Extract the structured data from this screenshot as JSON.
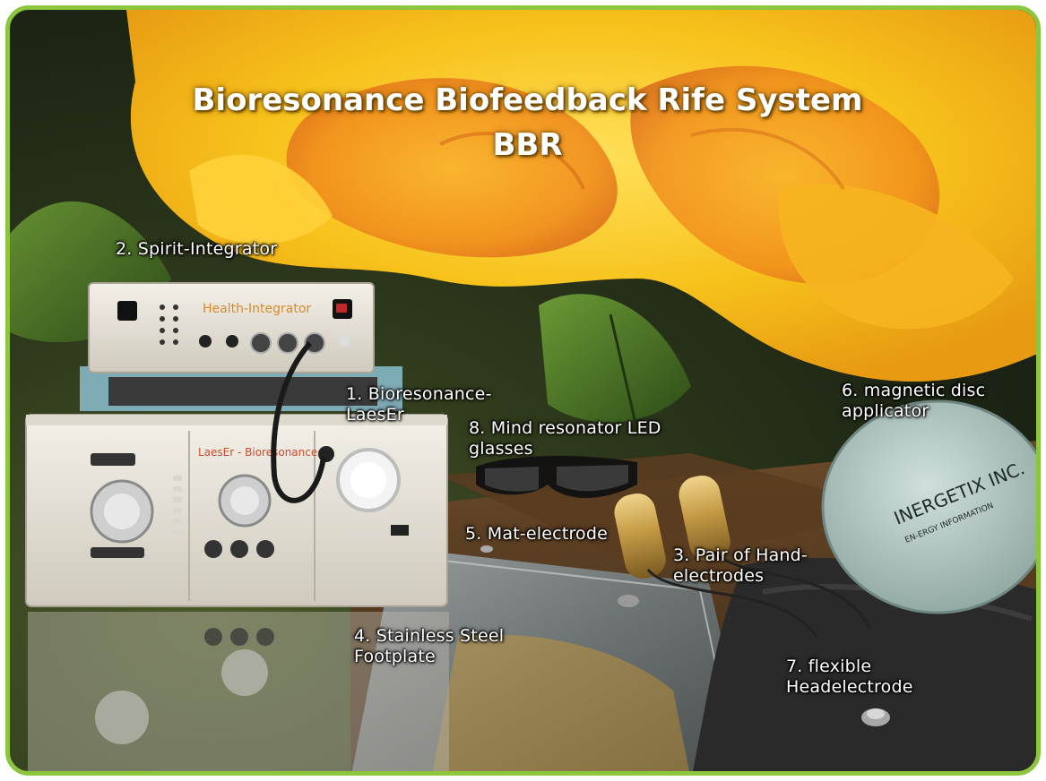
{
  "title": {
    "line1": "Bioresonance Biofeedback Rife System",
    "line2": "BBR"
  },
  "labels": {
    "spirit_integrator": "2. Spirit-Integrator",
    "bioresonance_laeser": "1. Bioresonance-\nLaesEr",
    "mind_resonator": "8. Mind resonator LED\nglasses",
    "magnetic_disc": "6. magnetic disc\napplicator",
    "mat_electrode": "5. Mat-electrode",
    "hand_electrodes": "3. Pair of Hand-\nelectrodes",
    "footplate": "4. Stainless Steel\nFootplate",
    "headelectrode": "7. flexible\nHeadelectrode"
  },
  "device_text": {
    "integrator_brand": "Health-Integrator",
    "laeser_brand": "LaesEr - Bioresonance",
    "disc_brand_line1": "INERGETIX INC.",
    "disc_brand_line2": "EN-ERGY INFORMATION"
  },
  "colors": {
    "frame_border": "#8cc63f",
    "petal_yellow": "#f7c21b",
    "petal_orange": "#f08a1c",
    "leaf_green": "#3f6b22",
    "device_body": "#e6e2d8"
  }
}
